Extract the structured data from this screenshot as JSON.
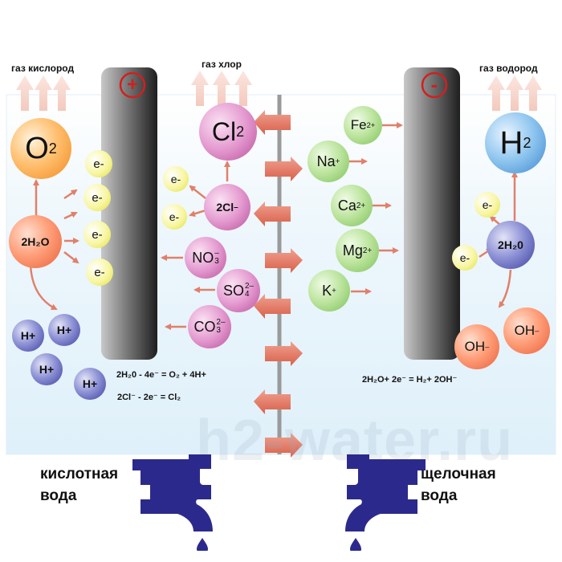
{
  "gas_labels": {
    "oxygen": "газ кислород",
    "chlorine": "газ хлор",
    "hydrogen": "газ водород"
  },
  "electrodes": {
    "anode_sign": "+",
    "cathode_sign": "-"
  },
  "ions": {
    "o2": {
      "main": "O",
      "sub": "2"
    },
    "cl2": {
      "main": "Cl",
      "sub": "2"
    },
    "h2": {
      "main": "H",
      "sub": "2"
    },
    "water_left": "2H₂O",
    "water_right": "2H₂0",
    "electron": "e-",
    "h_plus": "H+",
    "two_cl": {
      "main": "2Cl",
      "sup": "–"
    },
    "no3": {
      "main": "NO",
      "sub": "3",
      "sup": "–"
    },
    "so4": {
      "main": "SO",
      "sub": "4",
      "sup": "2–"
    },
    "co3": {
      "main": "CO",
      "sub": "3",
      "sup": "2–"
    },
    "fe": {
      "main": "Fe",
      "sup": "2+"
    },
    "na": {
      "main": "Na",
      "sup": "+"
    },
    "ca": {
      "main": "Ca",
      "sup": "2+"
    },
    "mg": {
      "main": "Mg",
      "sup": "2+"
    },
    "k": {
      "main": "K",
      "sup": "+"
    },
    "oh": {
      "main": "OH",
      "sup": "–"
    }
  },
  "equations": {
    "anode_1": "2H₂0 - 4e⁻ = O₂ + 4H+",
    "anode_2": "2Cl⁻ - 2e⁻ =  Cl₂",
    "cathode": "2H₂O+ 2e⁻ =  H₂+ 2OH⁻"
  },
  "outlets": {
    "left": "кислотная вода",
    "right": "щелочная вода"
  },
  "watermark": "h2-water.ru",
  "colors": {
    "faucet": "#2b2a8c",
    "arrow": "#e0806a",
    "arrow_light": "#f2c2b6",
    "electrode_dark": "#2a2a2a",
    "bath": "#e6f3fb"
  }
}
